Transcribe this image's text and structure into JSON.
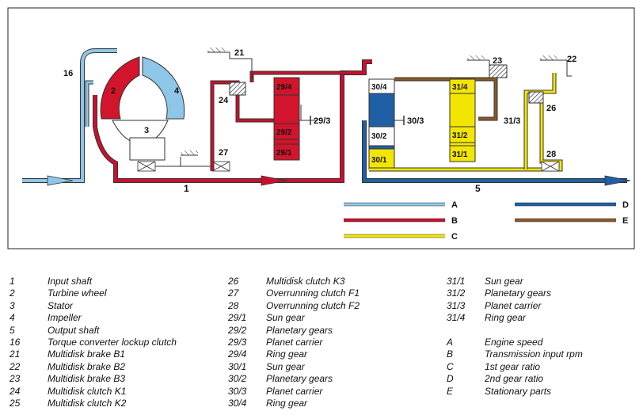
{
  "diagram": {
    "labels": {
      "p1": "1",
      "p2": "2",
      "p3": "3",
      "p4": "4",
      "p5": "5",
      "p16": "16",
      "p21": "21",
      "p22": "22",
      "p23": "23",
      "p24": "24",
      "p26": "26",
      "p27": "27",
      "p28": "28",
      "b29_4": "29/4",
      "b29_2": "29/2",
      "b29_1": "29/1",
      "c29_3": "29/3",
      "b30_4": "30/4",
      "b30_2": "30/2",
      "b30_1": "30/1",
      "c30_3": "30/3",
      "b31_4": "31/4",
      "b31_2": "31/2",
      "b31_1": "31/1",
      "c31_3": "31/3"
    },
    "legend_keys": [
      "A",
      "B",
      "C",
      "D",
      "E"
    ],
    "colors": {
      "A": "#8ec6e8",
      "B": "#c8102e",
      "C": "#f2e600",
      "D": "#1f5fa6",
      "E": "#8b5a2b",
      "stator": "#ffffff",
      "turbine": "#d2142c",
      "impeller": "#8ec6e8"
    }
  },
  "legend": {
    "col1": [
      {
        "num": "1",
        "text": "Input shaft"
      },
      {
        "num": "2",
        "text": "Turbine wheel"
      },
      {
        "num": "3",
        "text": "Stator"
      },
      {
        "num": "4",
        "text": "Impeller"
      },
      {
        "num": "5",
        "text": "Output shaft"
      },
      {
        "num": "16",
        "text": "Torque converter lockup clutch"
      },
      {
        "num": "21",
        "text": "Multidisk brake B1"
      },
      {
        "num": "22",
        "text": "Multidisk brake B2"
      },
      {
        "num": "23",
        "text": "Multidisk brake B3"
      },
      {
        "num": "24",
        "text": "Multidisk clutch K1"
      },
      {
        "num": "25",
        "text": "Multidisk clutch K2"
      }
    ],
    "col2": [
      {
        "num": "26",
        "text": "Multidisk clutch K3"
      },
      {
        "num": "27",
        "text": "Overrunning clutch F1"
      },
      {
        "num": "28",
        "text": "Overrunning clutch F2"
      },
      {
        "num": "29/1",
        "text": "Sun gear"
      },
      {
        "num": "29/2",
        "text": "Planetary gears"
      },
      {
        "num": "29/3",
        "text": "Planet carrier"
      },
      {
        "num": "29/4",
        "text": "Ring gear"
      },
      {
        "num": "30/1",
        "text": "Sun gear"
      },
      {
        "num": "30/2",
        "text": "Planetary gears"
      },
      {
        "num": "30/3",
        "text": "Planet carrier"
      },
      {
        "num": "30/4",
        "text": "Ring gear"
      }
    ],
    "col3": [
      {
        "num": "31/1",
        "text": "Sun gear"
      },
      {
        "num": "31/2",
        "text": "Planetary gears"
      },
      {
        "num": "31/3",
        "text": "Planet carrier"
      },
      {
        "num": "31/4",
        "text": "Ring gear"
      },
      {
        "num": "",
        "text": ""
      },
      {
        "num": "A",
        "text": "Engine speed"
      },
      {
        "num": "B",
        "text": "Transmission input rpm"
      },
      {
        "num": "C",
        "text": "1st gear ratio"
      },
      {
        "num": "D",
        "text": "2nd gear ratio"
      },
      {
        "num": "E",
        "text": "Stationary parts"
      }
    ]
  }
}
